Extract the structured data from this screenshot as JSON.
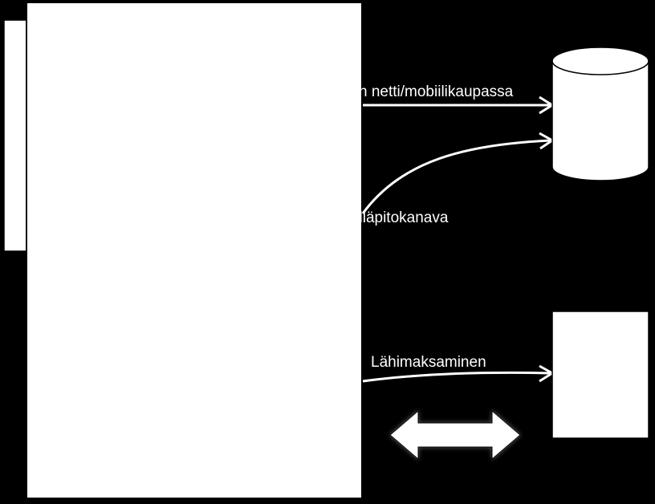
{
  "labels": {
    "netti_mobiilikaupassa": "n netti/mobiilikaupassa",
    "yllapitokanava": "ylläpitokanava",
    "lahimaksaminen": "Lähimaksaminen"
  },
  "colors": {
    "background": "#000000",
    "foreground": "#ffffff"
  }
}
